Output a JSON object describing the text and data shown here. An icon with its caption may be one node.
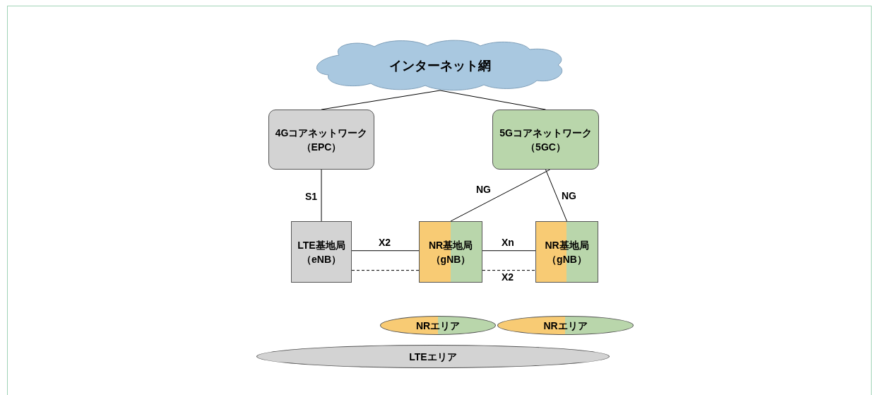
{
  "diagram": {
    "nodes": [
      {
        "text": [
          "インターネット網"
        ]
      },
      {
        "text": [
          "4Gコアネットワーク（EPC）"
        ]
      },
      {
        "text": [
          "5Gコアネットワーク（5GC）"
        ]
      },
      {
        "text": [
          "LTE基地局（eNB）"
        ]
      },
      {
        "text": [
          "NR基地局（gNB）"
        ]
      },
      {
        "text": [
          "NR基地局（gNB）"
        ]
      },
      {
        "text": [
          "NRエリア"
        ]
      },
      {
        "text": [
          "NRエリア"
        ]
      },
      {
        "text": [
          "LTEエリア"
        ]
      }
    ],
    "edges": [
      {
        "from": 0,
        "to": 1,
        "arrow": "none"
      },
      {
        "from": 0,
        "to": 2,
        "arrow": "none"
      },
      {
        "from": 1,
        "to": 3,
        "arrow": "none",
        "label": "S1"
      },
      {
        "from": 2,
        "to": 4,
        "arrow": "none",
        "label": "NG"
      },
      {
        "from": 2,
        "to": 5,
        "arrow": "none",
        "label": "NG"
      },
      {
        "from": 3,
        "to": 4,
        "arrow": "none",
        "label": "X2"
      },
      {
        "from": 4,
        "to": 5,
        "arrow": "none",
        "label": "Xn"
      },
      {
        "from": 3,
        "to": 4,
        "arrow": "none",
        "style": "dashed"
      },
      {
        "from": 4,
        "to": 5,
        "arrow": "none",
        "style": "dashed",
        "label": "X2"
      }
    ]
  }
}
